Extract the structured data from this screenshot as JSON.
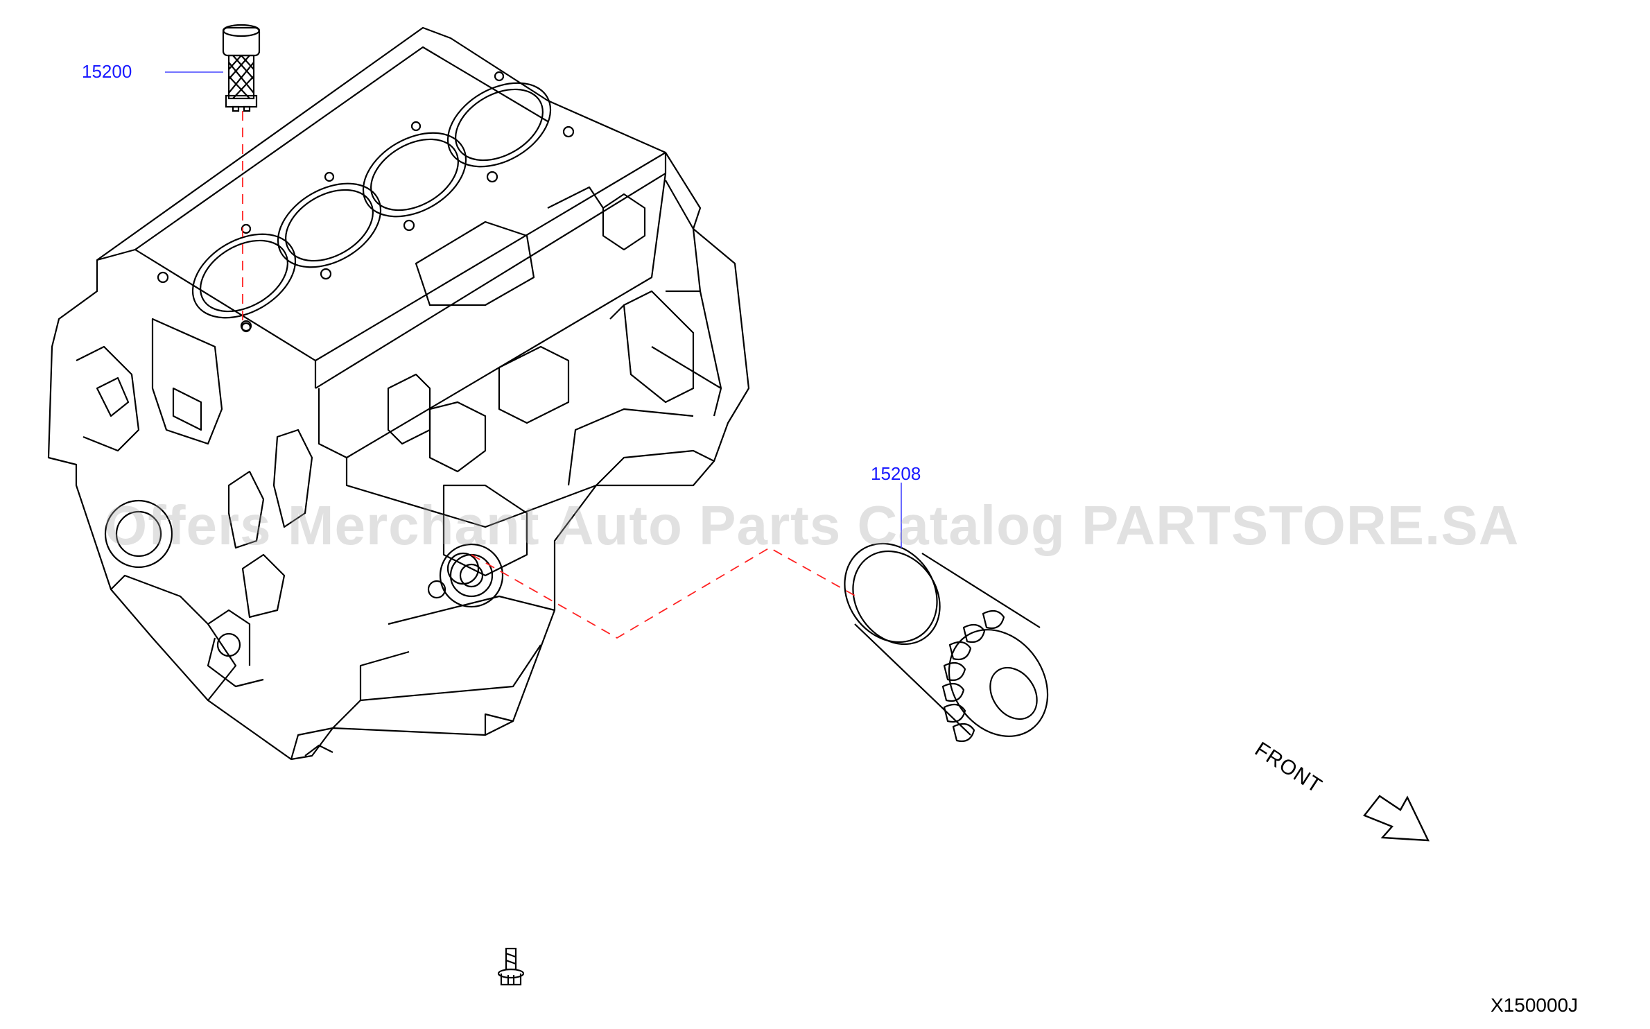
{
  "diagram": {
    "code": "X150000J",
    "front_label": "FRONT",
    "watermark": "Offers Merchant Auto Parts Catalog PARTSTORE.SA",
    "callouts": [
      {
        "part_number": "15200"
      },
      {
        "part_number": "15208"
      }
    ],
    "colors": {
      "callout_text": "#1a1aff",
      "leader_line": "#4444ff",
      "dashed_line": "#ff2222",
      "line_art": "#000000"
    }
  }
}
